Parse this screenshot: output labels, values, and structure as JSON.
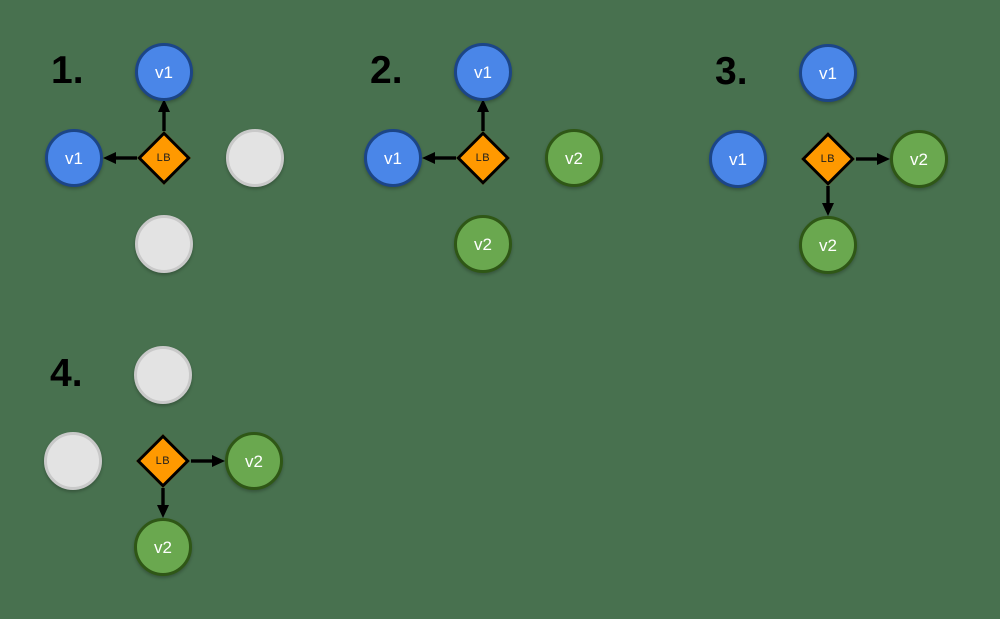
{
  "background_color": "#48714f",
  "colors": {
    "v1_node_fill": "#4a86e8",
    "v1_node_border": "#1c4587",
    "v2_node_fill": "#6aa84f",
    "v2_node_border": "#2f5716",
    "empty_node_fill": "#e3e3e3",
    "empty_node_border": "#c9c9c9",
    "load_balancer_fill": "#ff9900",
    "load_balancer_border": "#000000",
    "arrow_color": "#000000",
    "step_number_color": "#000000",
    "node_label_color": "#ffffff",
    "lb_label_color": "#1f1f1f"
  },
  "diagram": {
    "description_icons": [
      "circle-node",
      "diamond-load-balancer",
      "arrow-connector"
    ],
    "panels": [
      {
        "number": "1.",
        "lb": "LB",
        "nodes": {
          "top": "v1",
          "left": "v1",
          "right": "",
          "bottom": ""
        },
        "node_types": {
          "top": "v1",
          "left": "v1",
          "right": "empty",
          "bottom": "empty"
        },
        "arrows": [
          "lb-to-top",
          "lb-to-left"
        ]
      },
      {
        "number": "2.",
        "lb": "LB",
        "nodes": {
          "top": "v1",
          "left": "v1",
          "right": "v2",
          "bottom": "v2"
        },
        "node_types": {
          "top": "v1",
          "left": "v1",
          "right": "v2",
          "bottom": "v2"
        },
        "arrows": [
          "lb-to-top",
          "lb-to-left"
        ]
      },
      {
        "number": "3.",
        "lb": "LB",
        "nodes": {
          "top": "v1",
          "left": "v1",
          "right": "v2",
          "bottom": "v2"
        },
        "node_types": {
          "top": "v1",
          "left": "v1",
          "right": "v2",
          "bottom": "v2"
        },
        "arrows": [
          "lb-to-right",
          "lb-to-bottom"
        ]
      },
      {
        "number": "4.",
        "lb": "LB",
        "nodes": {
          "top": "",
          "left": "",
          "right": "v2",
          "bottom": "v2"
        },
        "node_types": {
          "top": "empty",
          "left": "empty",
          "right": "v2",
          "bottom": "v2"
        },
        "arrows": [
          "lb-to-right",
          "lb-to-bottom"
        ]
      }
    ]
  }
}
